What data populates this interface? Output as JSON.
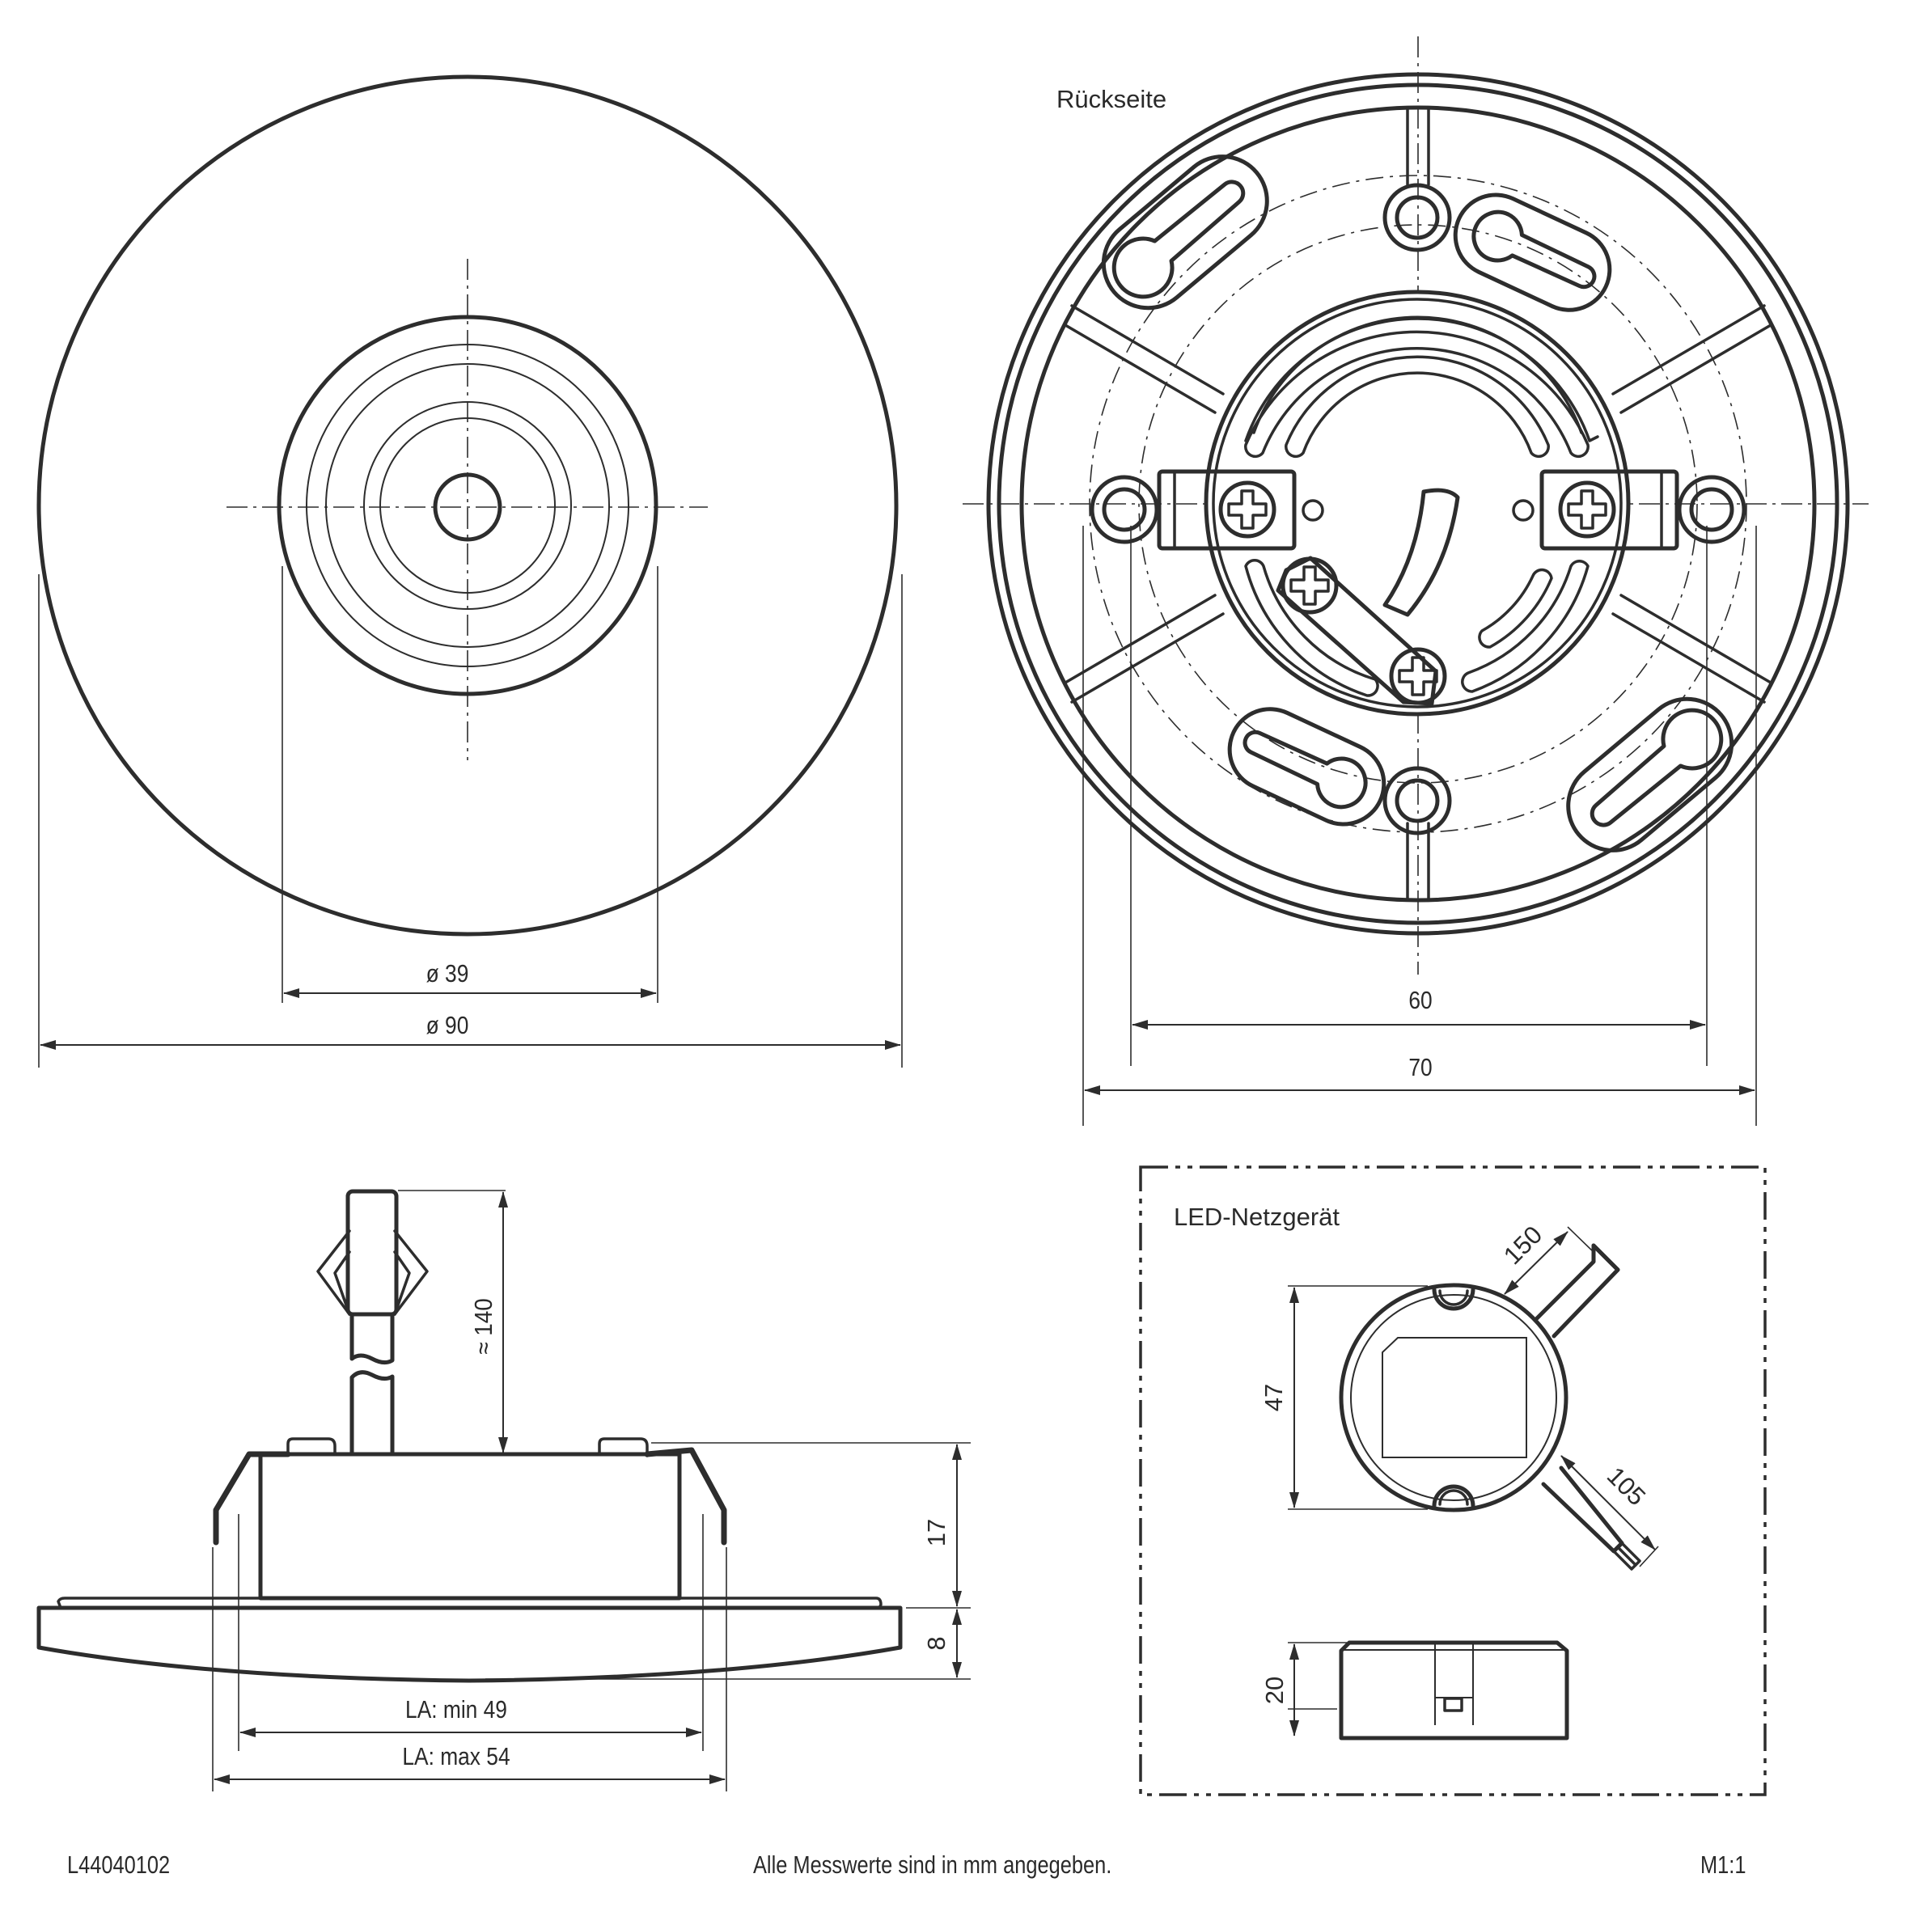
{
  "document": {
    "drawing_number": "L44040102",
    "note": "Alle Messwerte sind in mm angegeben.",
    "scale": "M1:1"
  },
  "views": {
    "front": {
      "dimensions": {
        "inner_diameter": "ø 39",
        "outer_diameter": "ø 90"
      }
    },
    "back": {
      "title": "Rückseite",
      "dimensions": {
        "hole_spacing": "60",
        "mount_width": "70"
      }
    },
    "side": {
      "dimensions": {
        "cable_length": "≈ 140",
        "body_height": "17",
        "plate_height": "8",
        "cutout_min": "LA: min 49",
        "cutout_max": "LA: max 54"
      }
    },
    "driver": {
      "title": "LED-Netzgerät",
      "dimensions": {
        "diameter": "47",
        "primary_cable": "150",
        "secondary_cable": "105",
        "height": "20"
      }
    }
  },
  "colors": {
    "line": "#2d2d2d",
    "text": "#2a2a2a",
    "background": "#ffffff"
  }
}
